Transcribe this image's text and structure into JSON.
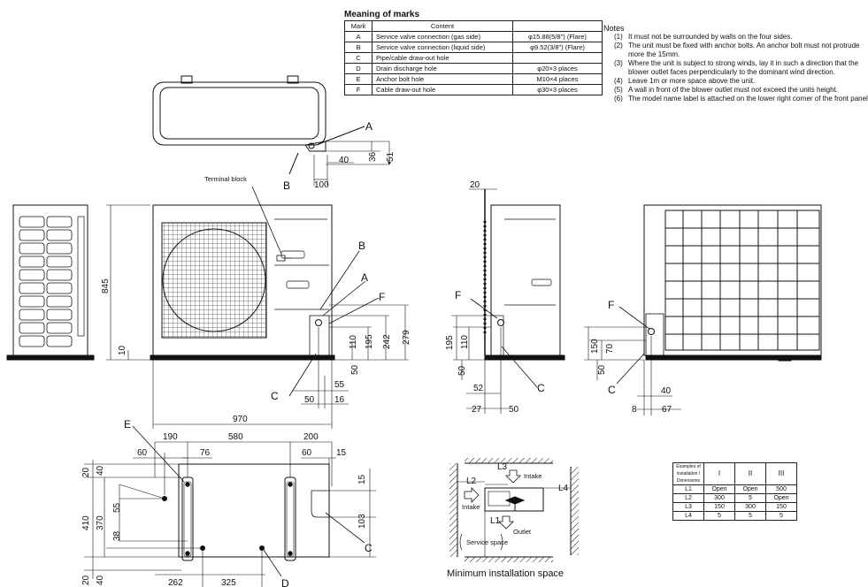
{
  "marks_table": {
    "title": "Meaning of marks",
    "headers": [
      "Mark",
      "Content",
      ""
    ],
    "rows": [
      {
        "mark": "A",
        "content": "Service valve connection (gas side)",
        "spec": "φ15.88(5/8\") (Flare)"
      },
      {
        "mark": "B",
        "content": "Service valve connection (liquid side)",
        "spec": "φ9.52(3/8\") (Flare)"
      },
      {
        "mark": "C",
        "content": "Pipe/cable draw-out hole",
        "spec": ""
      },
      {
        "mark": "D",
        "content": "Drain discharge hole",
        "spec": "φ20×3 places"
      },
      {
        "mark": "E",
        "content": "Anchor bolt hole",
        "spec": "M10×4 places"
      },
      {
        "mark": "F",
        "content": "Cable draw-out hole",
        "spec": "φ30×3 places"
      }
    ]
  },
  "notes": {
    "title": "Notes",
    "items": [
      {
        "num": "(1)",
        "text": "It must not be surrounded by walls on the four sides."
      },
      {
        "num": "(2)",
        "text": "The unit must be fixed with anchor bolts. An anchor bolt must not protrude more the 15mm."
      },
      {
        "num": "(3)",
        "text": "Where the unit is subject to strong winds, lay it in such a direction that the blower outlet faces perpendicularly to the dominant wind direction."
      },
      {
        "num": "(4)",
        "text": "Leave 1m or more space above the unit."
      },
      {
        "num": "(5)",
        "text": "A wall in front of the blower outlet must not exceed the units height."
      },
      {
        "num": "(6)",
        "text": "The model name label is attached on the lower right corner of the front panel."
      }
    ]
  },
  "labels": {
    "terminal_block": "Terminal block",
    "intake": "Intake",
    "outlet": "Outlet",
    "service_space": "Service space",
    "caption": "Minimum installation space"
  },
  "letters": {
    "a": "A",
    "b": "B",
    "c": "C",
    "d": "D",
    "e": "E",
    "f": "F"
  },
  "space_letters": {
    "l1": "L1",
    "l2": "L2",
    "l3": "L3",
    "l4": "L4"
  },
  "dims": {
    "top_40": "40",
    "top_36": "36",
    "top_51": "51",
    "top_100": "100",
    "front_845": "845",
    "front_10": "10",
    "front_110": "110",
    "front_195": "195",
    "front_242": "242",
    "front_279": "279",
    "front_50v": "50",
    "front_55": "55",
    "front_50h": "50",
    "front_16": "16",
    "front_970": "970",
    "side_20": "20",
    "side_195": "195",
    "side_110": "110",
    "side_50": "50",
    "side_52": "52",
    "side_27": "27",
    "side_50b": "50",
    "rear_150": "150",
    "rear_70": "70",
    "rear_50": "50",
    "rear_40": "40",
    "rear_8": "8",
    "rear_67": "67",
    "base_190": "190",
    "base_580": "580",
    "base_200": "200",
    "base_60a": "60",
    "base_76": "76",
    "base_60b": "60",
    "base_15a": "15",
    "base_20a": "20",
    "base_40a": "40",
    "base_55": "55",
    "base_410": "410",
    "base_370": "370",
    "base_38": "38",
    "base_20b": "20",
    "base_40b": "40",
    "base_15b": "15",
    "base_103": "103",
    "base_262": "262",
    "base_325": "325"
  },
  "space_table": {
    "header": [
      "Examples of installation / Dimensions",
      "I",
      "II",
      "III"
    ],
    "rows": [
      [
        "L1",
        "Open",
        "Open",
        "500"
      ],
      [
        "L2",
        "300",
        "5",
        "Open"
      ],
      [
        "L3",
        "150",
        "300",
        "150"
      ],
      [
        "L4",
        "5",
        "5",
        "5"
      ]
    ]
  }
}
